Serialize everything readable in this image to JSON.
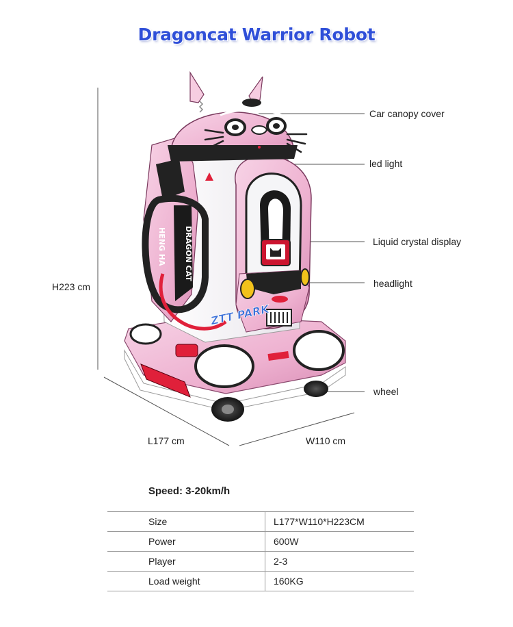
{
  "title": "Dragoncat Warrior Robot",
  "callouts": {
    "canopy": "Car canopy cover",
    "led": "led light",
    "lcd": "Liquid crystal display",
    "headlight": "headlight",
    "wheel": "wheel"
  },
  "dimensions": {
    "height": "H223 cm",
    "length": "L177 cm",
    "width": "W110 cm"
  },
  "body_text": {
    "side_left": "HENG HA",
    "side_right": "DRAGON CAT",
    "logo": "ZTT PARK"
  },
  "speed": "Speed: 3-20km/h",
  "specs": [
    {
      "label": "Size",
      "value": "L177*W110*H223CM"
    },
    {
      "label": "Power",
      "value": "600W"
    },
    {
      "label": "Player",
      "value": "2-3"
    },
    {
      "label": "Load weight",
      "value": "160KG"
    }
  ],
  "colors": {
    "title_blue": "#2f4fd8",
    "body_pink": "#f0b9d6",
    "accent_red": "#e0203a",
    "headlight_yellow": "#f2c21b"
  }
}
